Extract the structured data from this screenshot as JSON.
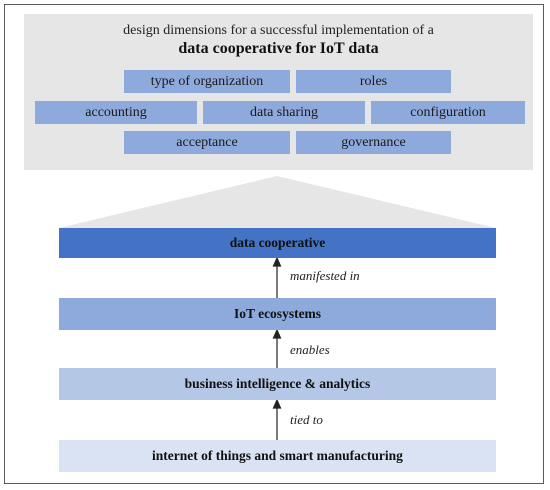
{
  "header": {
    "subtitle": "design dimensions for a successful implementation of a",
    "title": "data cooperative for IoT data"
  },
  "dimensions": [
    "type of organization",
    "roles",
    "accounting",
    "data sharing",
    "configuration",
    "acceptance",
    "governance"
  ],
  "layers": [
    {
      "label": "data cooperative",
      "color": "#4472c4"
    },
    {
      "label": "IoT ecosystems",
      "color": "#8eaadc"
    },
    {
      "label": "business intelligence & analytics",
      "color": "#b4c7e7"
    },
    {
      "label": "internet of things and smart manufacturing",
      "color": "#dae3f3"
    }
  ],
  "relations": [
    "manifested in",
    "enables",
    "tied to"
  ]
}
